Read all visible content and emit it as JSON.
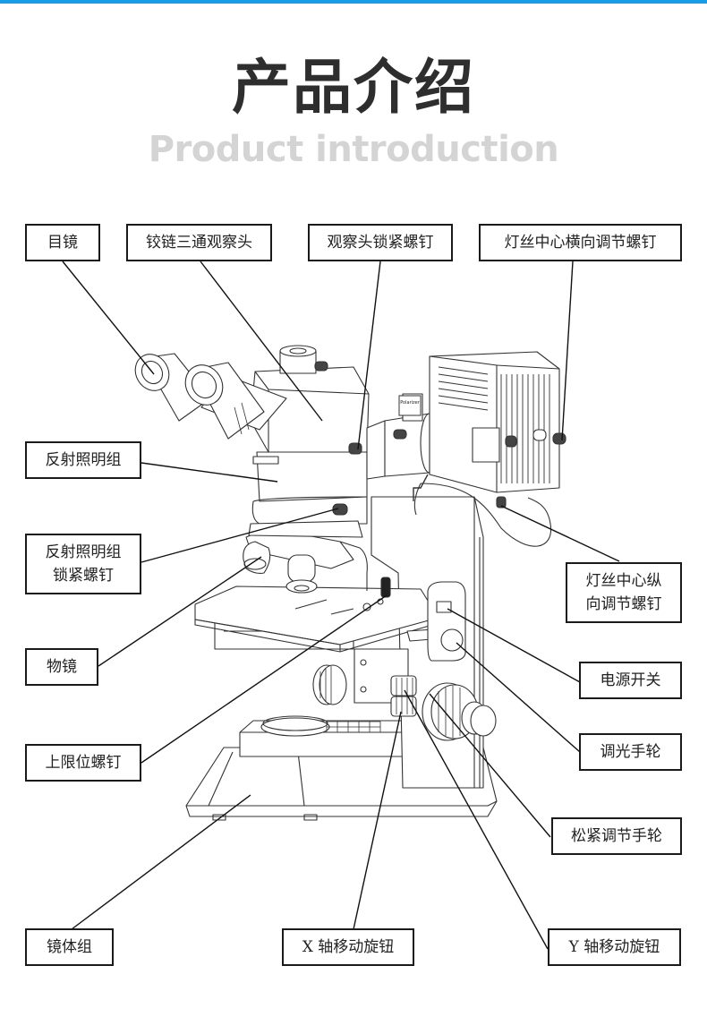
{
  "header": {
    "accent_color": "#1a9be6",
    "title_cn": "产品介绍",
    "title_en": "Product introduction"
  },
  "diagram": {
    "subject": "metallurgical microscope",
    "polarizer_tag": "Polarizer",
    "labels": {
      "eyepiece": "目镜",
      "trinocular_head": "铰链三通观察头",
      "head_lock_screw": "观察头锁紧螺钉",
      "filament_horizontal_screw": "灯丝中心横向调节螺钉",
      "reflected_illuminator": "反射照明组",
      "illuminator_lock_screw_l1": "反射照明组",
      "illuminator_lock_screw_l2": "锁紧螺钉",
      "objective": "物镜",
      "upper_limit_screw": "上限位螺钉",
      "body": "镜体组",
      "x_knob": "X 轴移动旋钮",
      "y_knob": "Y 轴移动旋钮",
      "filament_vertical_screw_l1": "灯丝中心纵",
      "filament_vertical_screw_l2": "向调节螺钉",
      "power_switch": "电源开关",
      "dimmer_wheel": "调光手轮",
      "tension_wheel": "松紧调节手轮"
    }
  }
}
